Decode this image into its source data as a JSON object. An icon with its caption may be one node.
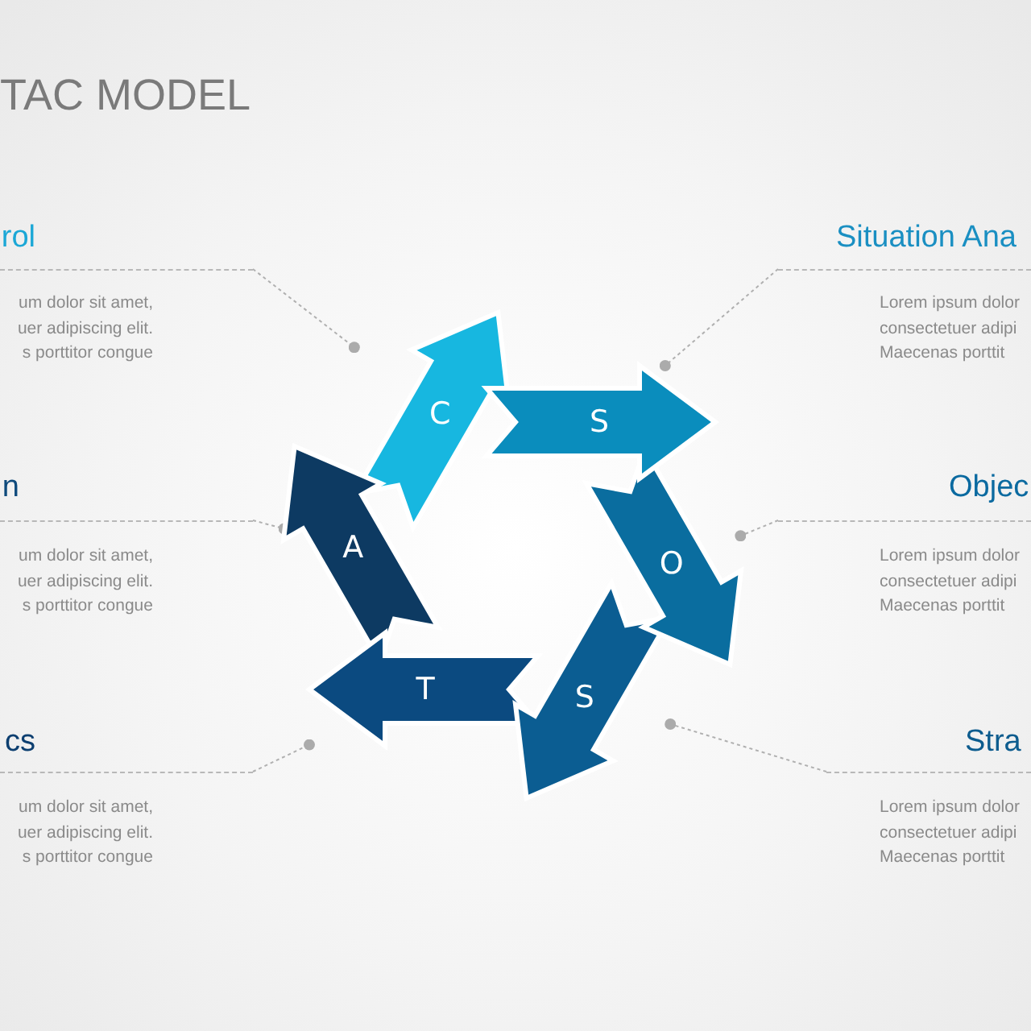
{
  "diagram": {
    "title": "TAC MODEL",
    "nodes": [
      {
        "text": [
          "rol",
          "um dolor sit amet, uer adipiscing elit. s porttitor congue"
        ]
      },
      {
        "text": [
          "Situation Ana",
          "Lorem ipsum dolor consectetuer adipi Maecenas porttit"
        ]
      },
      {
        "text": [
          "n",
          "um dolor sit amet, uer adipiscing elit. s porttitor congue"
        ]
      },
      {
        "text": [
          "Objec",
          "Lorem ipsum dolor consectetuer adipi Maecenas porttit"
        ]
      },
      {
        "text": [
          "cs",
          "um dolor sit amet, uer adipiscing elit. s porttitor congue"
        ]
      },
      {
        "text": [
          "Stra",
          "Lorem ipsum dolor consectetuer adipi Maecenas porttit"
        ]
      },
      {
        "text": [
          "S"
        ]
      },
      {
        "text": [
          "O"
        ]
      },
      {
        "text": [
          "S"
        ]
      },
      {
        "text": [
          "T"
        ]
      },
      {
        "text": [
          "A"
        ]
      },
      {
        "text": [
          "C"
        ]
      }
    ],
    "edges": [
      {
        "from": 0,
        "to": 11,
        "arrow": "other"
      },
      {
        "from": 1,
        "to": 6,
        "arrow": "other"
      },
      {
        "from": 2,
        "to": 10,
        "arrow": "other"
      },
      {
        "from": 3,
        "to": 7,
        "arrow": "other"
      },
      {
        "from": 4,
        "to": 9,
        "arrow": "other"
      },
      {
        "from": 5,
        "to": 8,
        "arrow": "other"
      }
    ]
  }
}
